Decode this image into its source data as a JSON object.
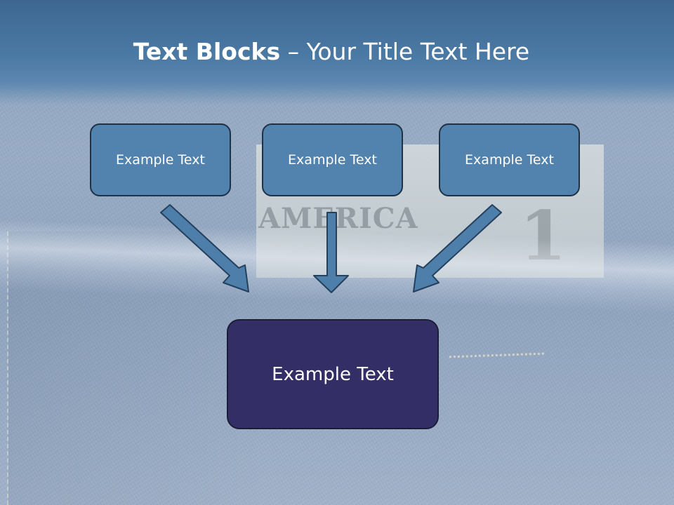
{
  "slide": {
    "title_bold": "Text Blocks",
    "title_separator": " – ",
    "title_rest": "Your Title Text Here"
  },
  "background": {
    "bill_word": "AMERICA",
    "bill_digit": "1"
  },
  "blocks": {
    "top": [
      {
        "label": "Example Text"
      },
      {
        "label": "Example Text"
      },
      {
        "label": "Example Text"
      }
    ],
    "main": {
      "label": "Example Text"
    }
  },
  "colors": {
    "header": "#4b7aa5",
    "block_fill": "#5183ae",
    "main_block_fill": "#332f66",
    "arrow_fill": "#4e7fab",
    "outline": "#1f3145"
  }
}
